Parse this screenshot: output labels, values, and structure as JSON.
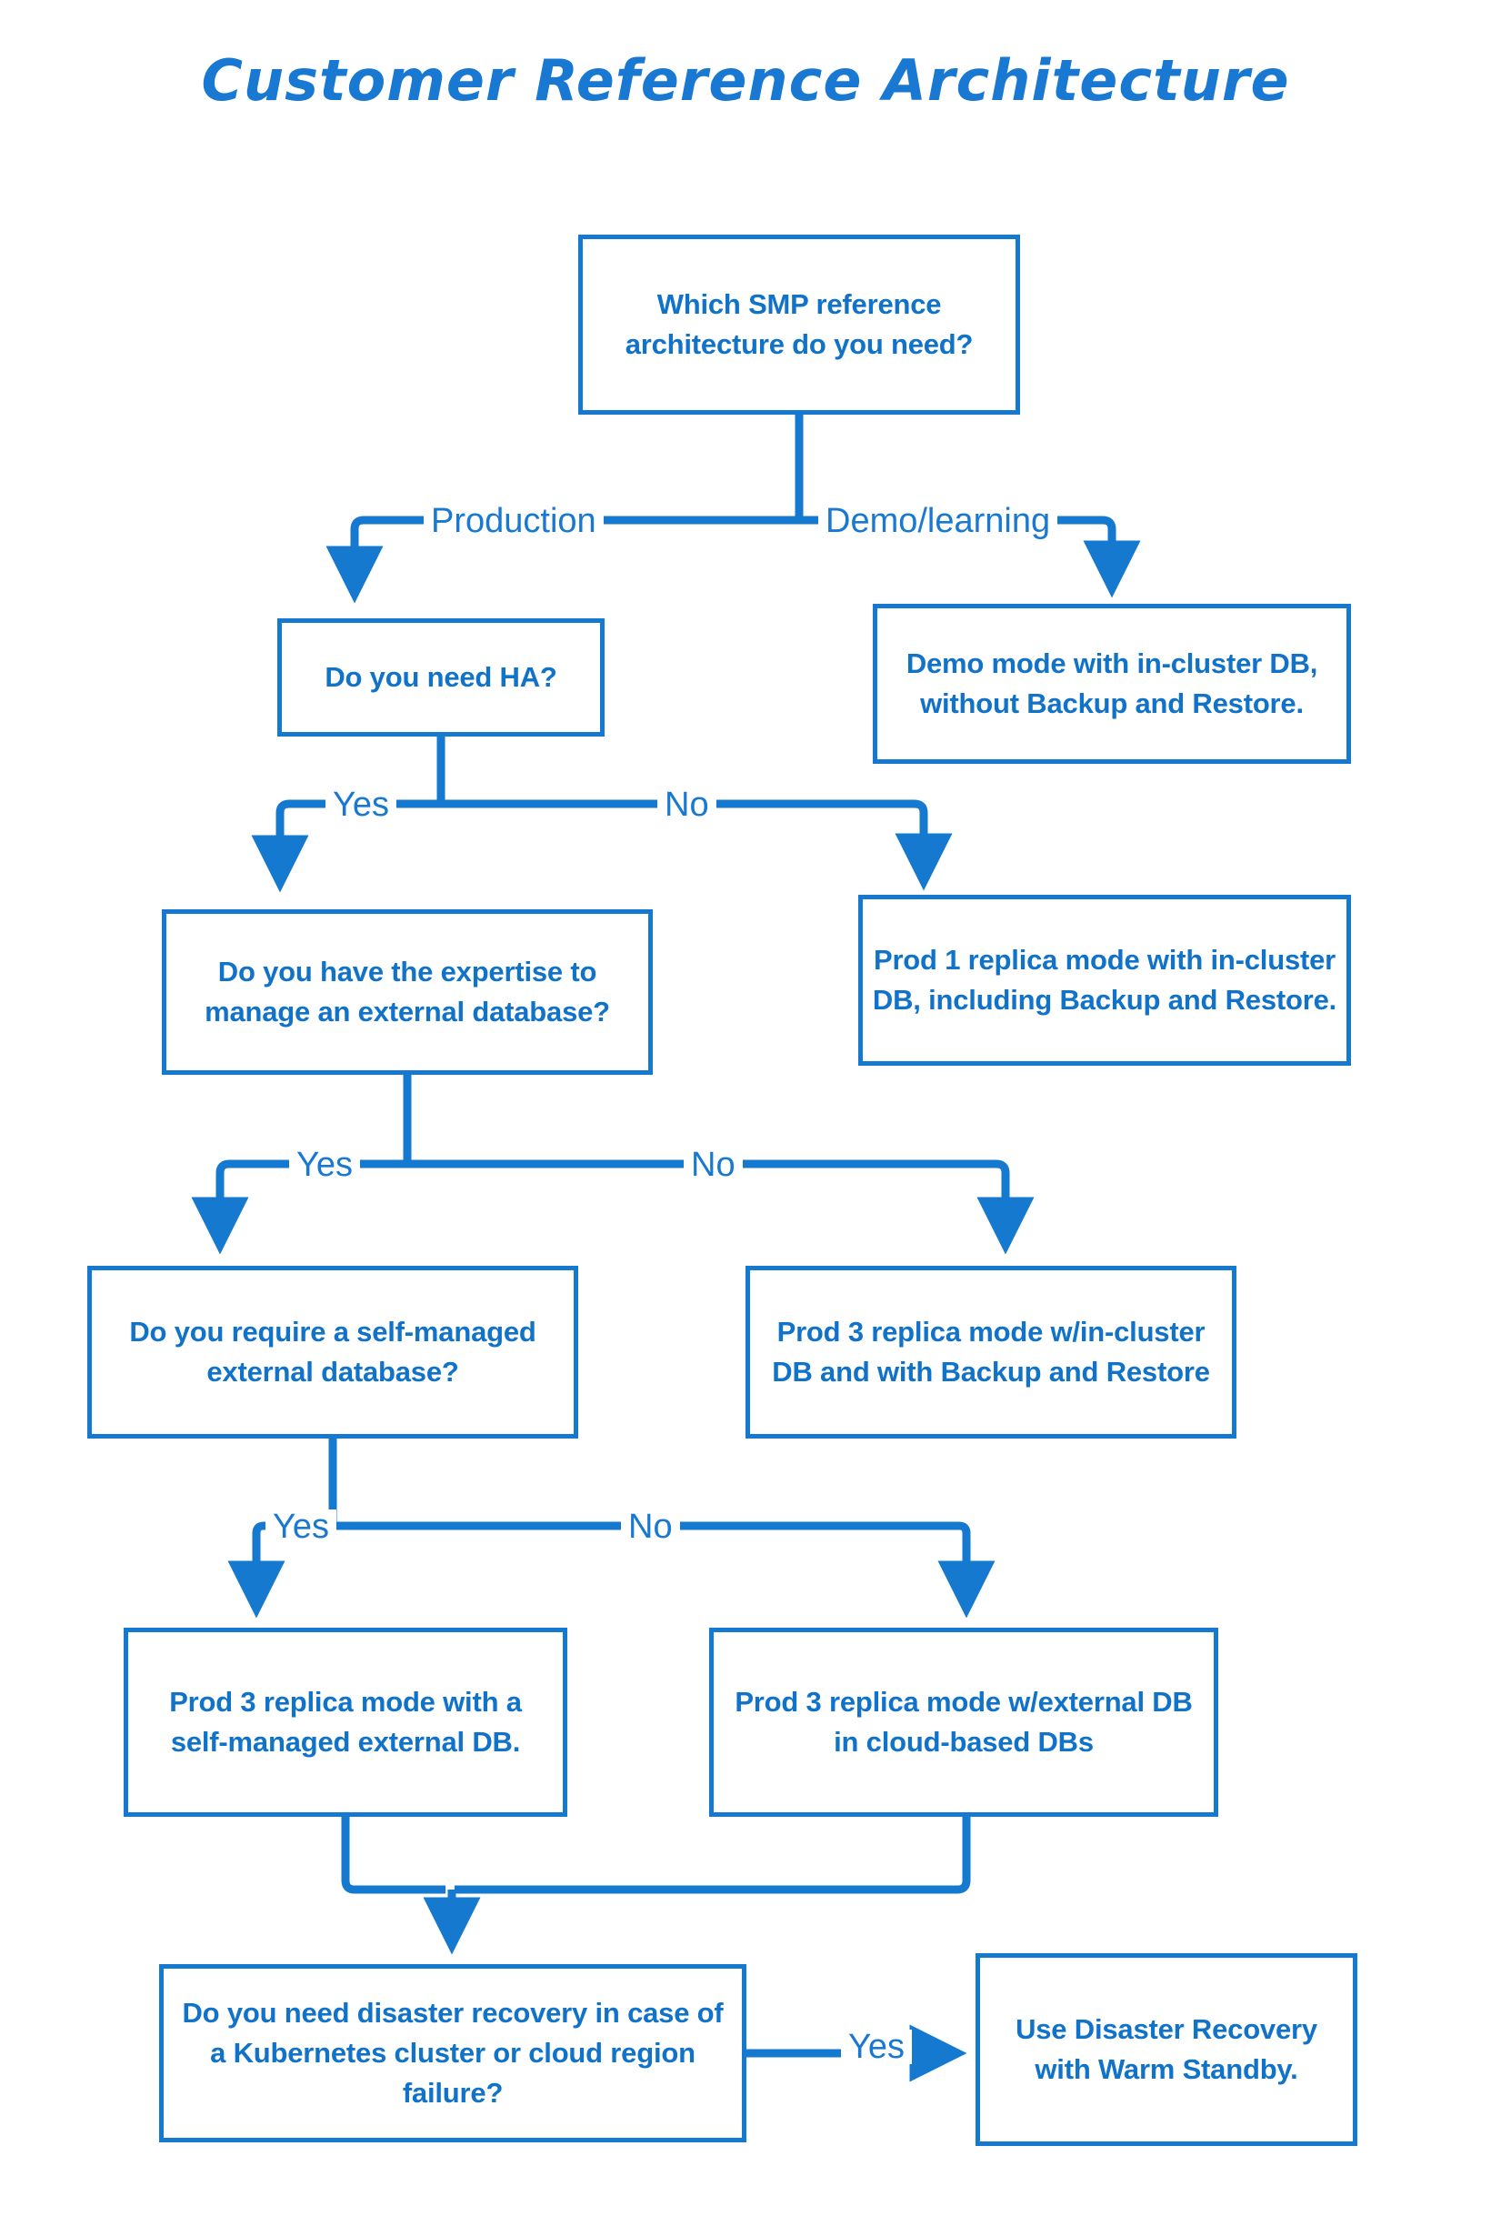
{
  "theme": {
    "accent": "#1878d2",
    "border": "#1579d0",
    "text": "#1072c8",
    "background": "#ffffff"
  },
  "title": "Customer Reference Architecture",
  "chart_data": {
    "type": "diagram",
    "title": "Customer Reference Architecture",
    "nodes": [
      {
        "id": "root",
        "kind": "decision",
        "label": "Which SMP reference architecture do you need?"
      },
      {
        "id": "ha",
        "kind": "decision",
        "label": "Do you need HA?"
      },
      {
        "id": "demo",
        "kind": "terminal",
        "label": "Demo mode with in-cluster DB, without Backup and Restore."
      },
      {
        "id": "expertise",
        "kind": "decision",
        "label": "Do you have the expertise to manage an external database?"
      },
      {
        "id": "prod1",
        "kind": "terminal",
        "label": "Prod 1 replica mode with in-cluster DB, including Backup and Restore."
      },
      {
        "id": "selfmgd",
        "kind": "decision",
        "label": "Do you require a self-managed external database?"
      },
      {
        "id": "prod3inc",
        "kind": "terminal",
        "label": "Prod 3 replica mode w/in-cluster DB and with Backup and Restore"
      },
      {
        "id": "prod3self",
        "kind": "terminal",
        "label": "Prod 3 replica mode with a self-managed external DB."
      },
      {
        "id": "prod3ext",
        "kind": "terminal",
        "label": "Prod 3 replica mode w/external DB in cloud-based DBs"
      },
      {
        "id": "dr",
        "kind": "decision",
        "label": "Do you need disaster recovery in case of a Kubernetes cluster or cloud region failure?"
      },
      {
        "id": "warm",
        "kind": "terminal",
        "label": "Use Disaster Recovery with Warm Standby."
      }
    ],
    "edges": [
      {
        "from": "root",
        "to": "ha",
        "label": "Production"
      },
      {
        "from": "root",
        "to": "demo",
        "label": "Demo/learning"
      },
      {
        "from": "ha",
        "to": "expertise",
        "label": "Yes"
      },
      {
        "from": "ha",
        "to": "prod1",
        "label": "No"
      },
      {
        "from": "expertise",
        "to": "selfmgd",
        "label": "Yes"
      },
      {
        "from": "expertise",
        "to": "prod3inc",
        "label": "No"
      },
      {
        "from": "selfmgd",
        "to": "prod3self",
        "label": "Yes"
      },
      {
        "from": "selfmgd",
        "to": "prod3ext",
        "label": "No"
      },
      {
        "from": "prod3self",
        "to": "dr",
        "label": ""
      },
      {
        "from": "prod3ext",
        "to": "dr",
        "label": ""
      },
      {
        "from": "dr",
        "to": "warm",
        "label": "Yes"
      }
    ]
  },
  "nodes": {
    "root": "Which SMP reference architecture do you need?",
    "ha": "Do you need HA?",
    "demo": "Demo mode with in-cluster DB, without Backup and Restore.",
    "expertise": "Do you have the expertise to manage an external database?",
    "prod1": "Prod 1 replica mode with in-cluster DB, including Backup and Restore.",
    "selfmgd": "Do you require a self-managed external database?",
    "prod3inc": "Prod 3 replica mode w/in-cluster DB and with Backup and Restore",
    "prod3self": "Prod 3 replica mode with a self-managed external DB.",
    "prod3ext": "Prod 3 replica mode w/external DB in cloud-based DBs",
    "dr": "Do you need disaster recovery in case of a Kubernetes cluster or cloud region failure?",
    "warm": "Use Disaster Recovery with Warm Standby."
  },
  "edge_labels": {
    "production": "Production",
    "demo_learning": "Demo/learning",
    "yes1": "Yes",
    "no1": "No",
    "yes2": "Yes",
    "no2": "No",
    "yes3": "Yes",
    "no3": "No",
    "yes4": "Yes"
  }
}
